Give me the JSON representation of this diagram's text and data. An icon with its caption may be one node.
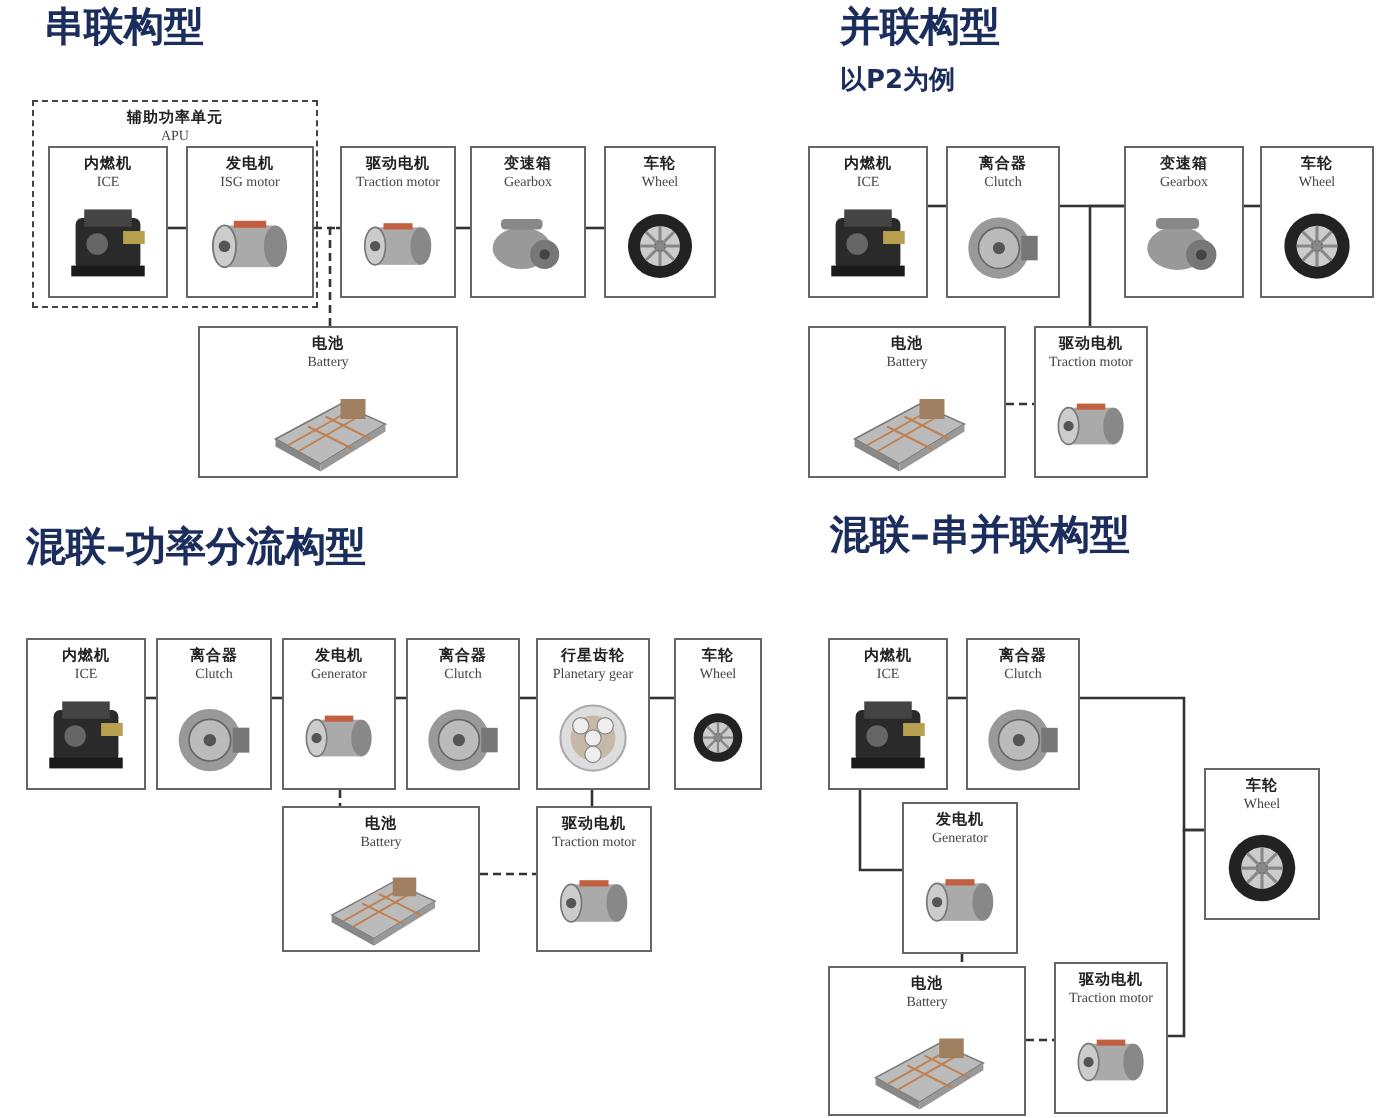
{
  "diagram": {
    "nodes": [
      {
        "text": [
          "辅助功率单元",
          "APU"
        ]
      },
      {
        "text": [
          "内燃机",
          "ICE"
        ],
        "in": 0
      },
      {
        "text": [
          "发电机",
          "ISG motor"
        ],
        "in": 0
      },
      {
        "text": [
          "驱动电机",
          "Traction motor"
        ]
      },
      {
        "text": [
          "变速箱",
          "Gearbox"
        ]
      },
      {
        "text": [
          "车轮",
          "Wheel"
        ]
      },
      {
        "text": [
          "电池",
          "Battery"
        ]
      },
      {
        "text": [
          "内燃机",
          "ICE"
        ]
      },
      {
        "text": [
          "离合器",
          "Clutch"
        ]
      },
      {
        "text": [
          "变速箱",
          "Gearbox"
        ]
      },
      {
        "text": [
          "车轮",
          "Wheel"
        ]
      },
      {
        "text": [
          "电池",
          "Battery"
        ]
      },
      {
        "text": [
          "驱动电机",
          "Traction motor"
        ]
      },
      {
        "text": [
          "内燃机",
          "ICE"
        ]
      },
      {
        "text": [
          "离合器",
          "Clutch"
        ]
      },
      {
        "text": [
          "发电机",
          "Generator"
        ]
      },
      {
        "text": [
          "离合器",
          "Clutch"
        ]
      },
      {
        "text": [
          "行星齿轮",
          "Planetary gear"
        ]
      },
      {
        "text": [
          "车轮",
          "Wheel"
        ]
      },
      {
        "text": [
          "电池",
          "Battery"
        ]
      },
      {
        "text": [
          "驱动电机",
          "Traction motor"
        ]
      },
      {
        "text": [
          "内燃机",
          "ICE"
        ]
      },
      {
        "text": [
          "离合器",
          "Clutch"
        ]
      },
      {
        "text": [
          "车轮",
          "Wheel"
        ]
      },
      {
        "text": [
          "发电机",
          "Generator"
        ]
      },
      {
        "text": [
          "电池",
          "Battery"
        ]
      },
      {
        "text": [
          "驱动电机",
          "Traction motor"
        ]
      }
    ],
    "edges": [
      {
        "from": 1,
        "to": 2,
        "arrow": "none"
      },
      {
        "from": 2,
        "to": 3,
        "arrow": "none",
        "style": "dashed"
      },
      {
        "from": 6,
        "to": 3,
        "arrow": "none",
        "style": "dashed"
      },
      {
        "from": 3,
        "to": 4,
        "arrow": "none"
      },
      {
        "from": 4,
        "to": 5,
        "arrow": "none"
      },
      {
        "from": 7,
        "to": 8,
        "arrow": "none"
      },
      {
        "from": 8,
        "to": 9,
        "arrow": "none"
      },
      {
        "from": 12,
        "to": 9,
        "arrow": "none"
      },
      {
        "from": 9,
        "to": 10,
        "arrow": "none"
      },
      {
        "from": 11,
        "to": 12,
        "arrow": "none",
        "style": "dashed"
      },
      {
        "from": 13,
        "to": 14,
        "arrow": "none"
      },
      {
        "from": 14,
        "to": 15,
        "arrow": "none"
      },
      {
        "from": 15,
        "to": 16,
        "arrow": "none"
      },
      {
        "from": 16,
        "to": 17,
        "arrow": "none"
      },
      {
        "from": 17,
        "to": 18,
        "arrow": "none"
      },
      {
        "from": 15,
        "to": 19,
        "arrow": "none",
        "style": "dashed"
      },
      {
        "from": 20,
        "to": 17,
        "arrow": "none"
      },
      {
        "from": 19,
        "to": 20,
        "arrow": "none",
        "style": "dashed"
      },
      {
        "from": 21,
        "to": 22,
        "arrow": "none"
      },
      {
        "from": 22,
        "to": 23,
        "arrow": "none"
      },
      {
        "from": 21,
        "to": 24,
        "arrow": "none"
      },
      {
        "from": 24,
        "to": 25,
        "arrow": "none",
        "style": "dashed"
      },
      {
        "from": 25,
        "to": 26,
        "arrow": "none",
        "style": "dashed"
      },
      {
        "from": 26,
        "to": 23,
        "arrow": "none"
      }
    ],
    "labels": [
      "串联构型",
      "并联构型",
      "以P2为例",
      "混联–功率分流构型",
      "混联–串并联构型"
    ]
  }
}
